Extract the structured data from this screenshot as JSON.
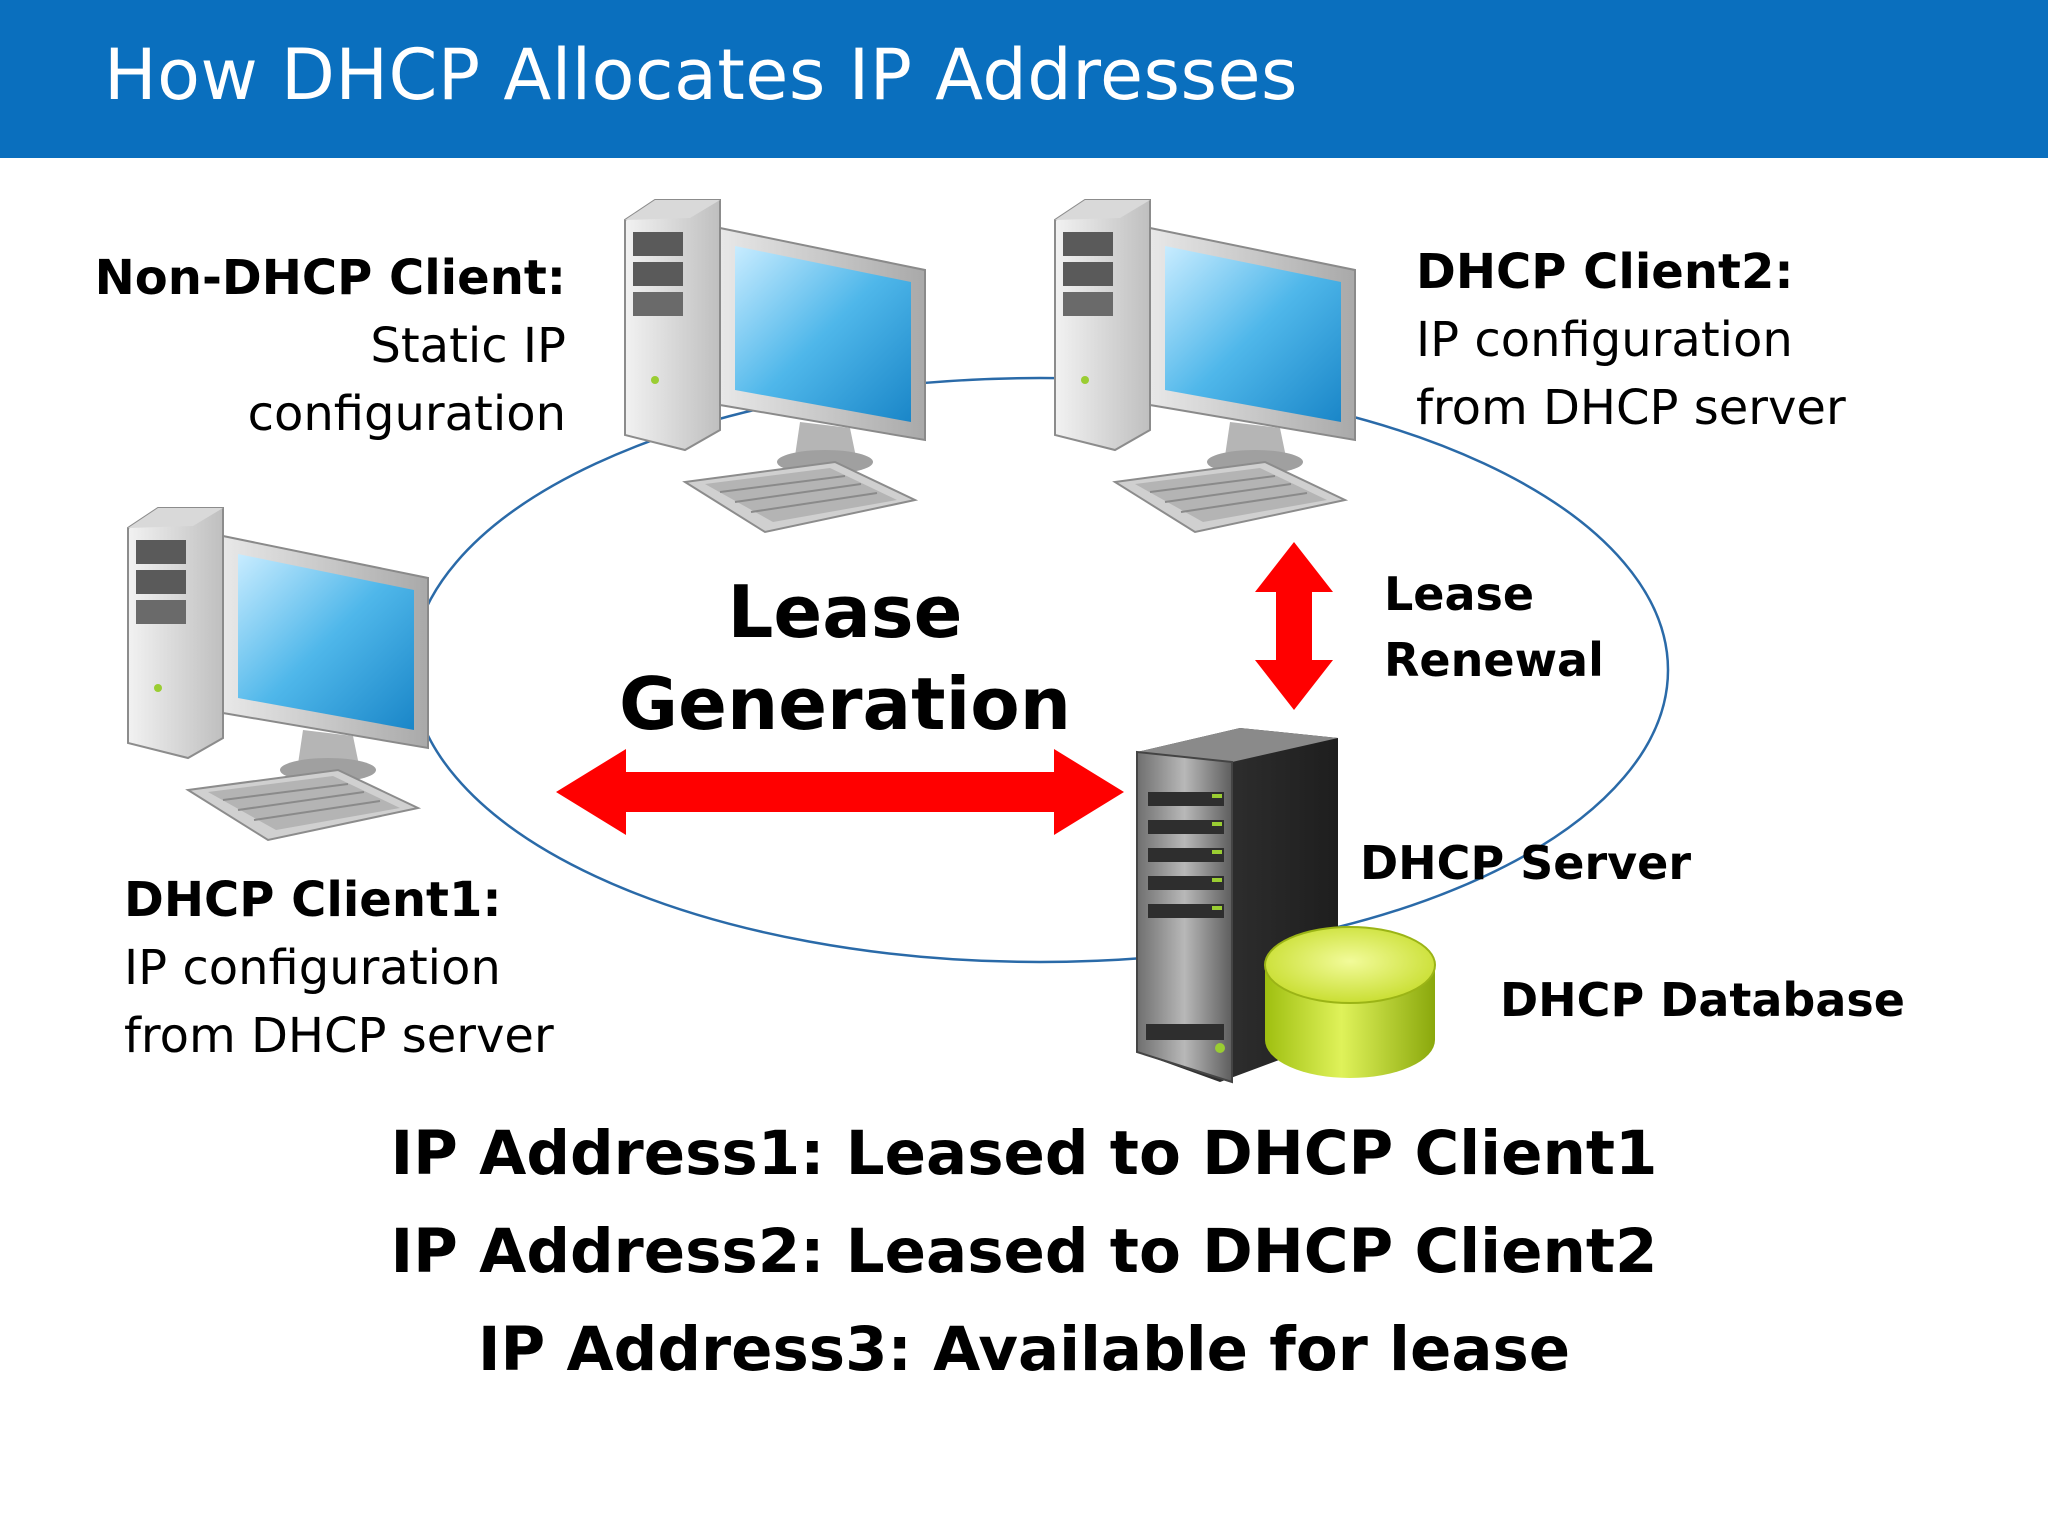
{
  "title": "How DHCP Allocates IP Addresses",
  "nodes": {
    "non_dhcp": {
      "heading": "Non-DHCP Client:",
      "line1": "Static IP",
      "line2": "configuration"
    },
    "client2": {
      "heading": "DHCP Client2:",
      "line1": "IP configuration",
      "line2": "from DHCP server"
    },
    "client1": {
      "heading": "DHCP Client1:",
      "line1": "IP configuration",
      "line2": "from DHCP server"
    },
    "server": {
      "label": "DHCP Server"
    },
    "database": {
      "label": "DHCP Database"
    }
  },
  "edges": {
    "lease_generation": {
      "line1": "Lease",
      "line2": "Generation"
    },
    "lease_renewal": {
      "line1": "Lease",
      "line2": "Renewal"
    }
  },
  "summary": [
    "IP Address1: Leased to DHCP Client1",
    "IP Address2: Leased to DHCP Client2",
    "IP Address3: Available for lease"
  ],
  "colors": {
    "header": "#0a6fbe",
    "arrows": "#ff0000",
    "ring": "#2a6aa8"
  }
}
